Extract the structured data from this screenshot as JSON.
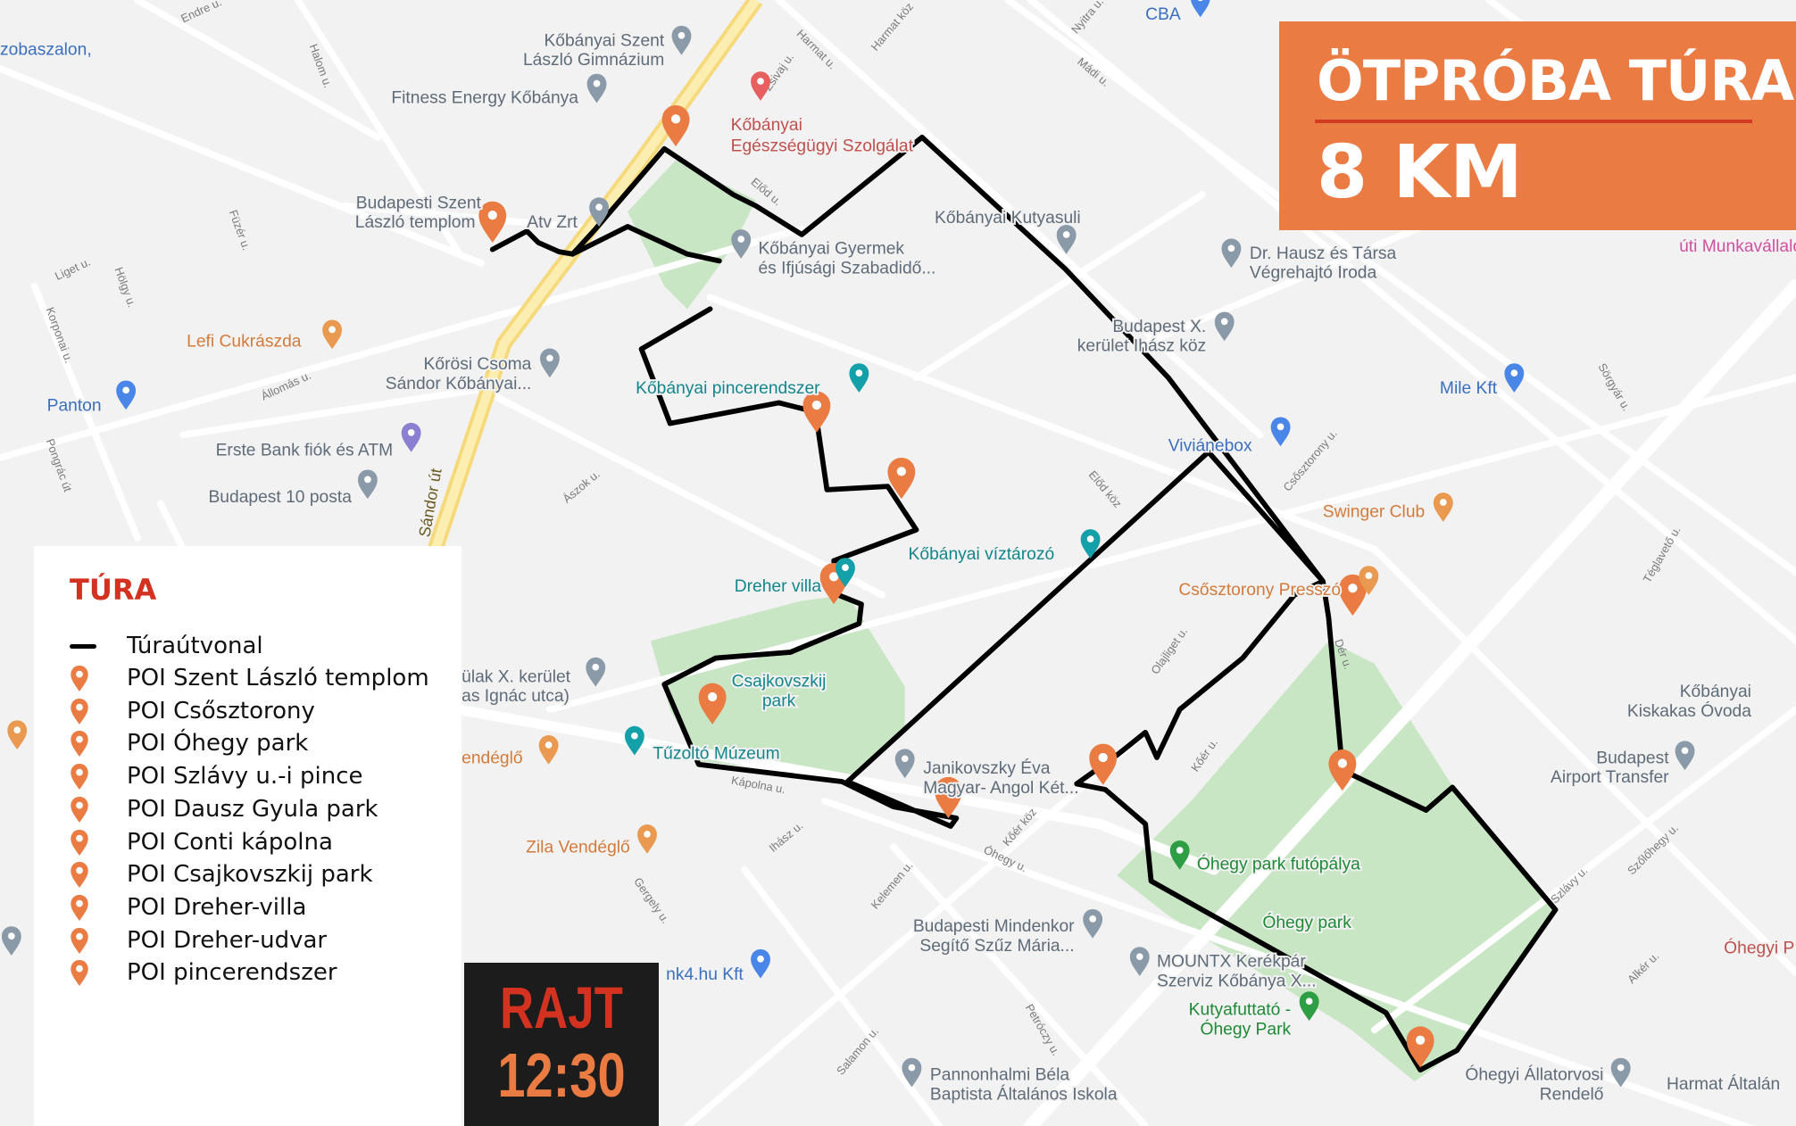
{
  "title": {
    "name": "ÖTPRÓBA TÚRA",
    "distance": "8 KM"
  },
  "legend": {
    "heading": "TÚRA",
    "route_label": "Túraútvonal",
    "items": [
      "POI Szent László templom",
      "POI Csősztorony",
      "POI Óhegy park",
      "POI Szlávy u.-i pince",
      "POI Dausz Gyula park",
      "POI Conti kápolna",
      "POI Csajkovszkij park",
      "POI Dreher-villa",
      "POI Dreher-udvar",
      "POI pincerendszer"
    ]
  },
  "start": {
    "label": "RAJT",
    "time": "12:30"
  },
  "colors": {
    "accent": "#ea7b42",
    "red": "#d2321f",
    "park": "#c8e6c4",
    "route": "#000000",
    "main_road": "#f9e79f"
  },
  "places": [
    "Kőbányai Szent",
    "László Gimnázium",
    "Fitness Energy Kőbánya",
    "Kőbányai",
    "Egészségügyi Szolgálat",
    "Budapesti Szent",
    "László templom",
    "Atv Zrt",
    "Kőbányai Gyermek",
    "és Ifjúsági Szabadidő...",
    "Kőbányai Kutyasuli",
    "Dr. Hausz és Társa",
    "Végrehajtó Iroda",
    "Budapest X.",
    "kerület Ihász köz",
    "Lefi Cukrászda",
    "Kőrösi Csoma",
    "Sándor Kőbányai...",
    "Kőbányai pincerendszer",
    "Panton",
    "Erste Bank fiók és ATM",
    "Budapest 10 posta",
    "Mile Kft",
    "Viviánebox",
    "Swinger Club",
    "Kőbányai víztározó",
    "Dreher villa",
    "Csősztorony Presszó",
    "Csajkovszkij",
    "park",
    "Tűzoltó Múzeum",
    "Janikovszky Éva",
    "Magyar- Angol Két...",
    "Óhegy park futópálya",
    "Óhegy park",
    "Budapesti Mindenkor",
    "Segítő Szűz Mária...",
    "MOUNTX Kerékpár",
    "Szerviz Kőbánya X...",
    "Kutyafuttató -",
    "Óhegy Park",
    "Zila Vendéglő",
    "Pannonhalmi Béla",
    "Baptista Általános Iskola",
    "Óhegyi Állatorvosi",
    "Rendelő",
    "Kőbányai",
    "Kiskakas Óvoda",
    "Budapest",
    "Airport Transfer",
    "nk4.hu Kft",
    "CBA",
    "Harmat Általán",
    "Óhegyi P",
    "zobaszalon,",
    "ülak X. kerület",
    "as Ignác utca)",
    "endéglő",
    "úti Munkavállaló"
  ],
  "streets": [
    "Endre u.",
    "Halom u.",
    "Harmat u.",
    "Harmat köz",
    "Zsivaj u.",
    "Nyitra u.",
    "Mádi u.",
    "Előd u.",
    "Liget u.",
    "Hölgy u.",
    "Füzér u.",
    "Korponai u.",
    "Pongrác út",
    "Állomás u.",
    "Ászok u.",
    "Sándor út",
    "Előd köz",
    "Olajliget u.",
    "Kőér u.",
    "Kápolna u.",
    "Ihász u.",
    "Óhegy u.",
    "Kőér köz",
    "Kelemen u.",
    "Gergely u.",
    "Salamon u.",
    "Petróczy u.",
    "Szlávy u.",
    "Sörgyár u.",
    "Téglavető u.",
    "Csősztorony u.",
    "Dér u.",
    "Alkér u.",
    "Szőlőhegy u."
  ]
}
